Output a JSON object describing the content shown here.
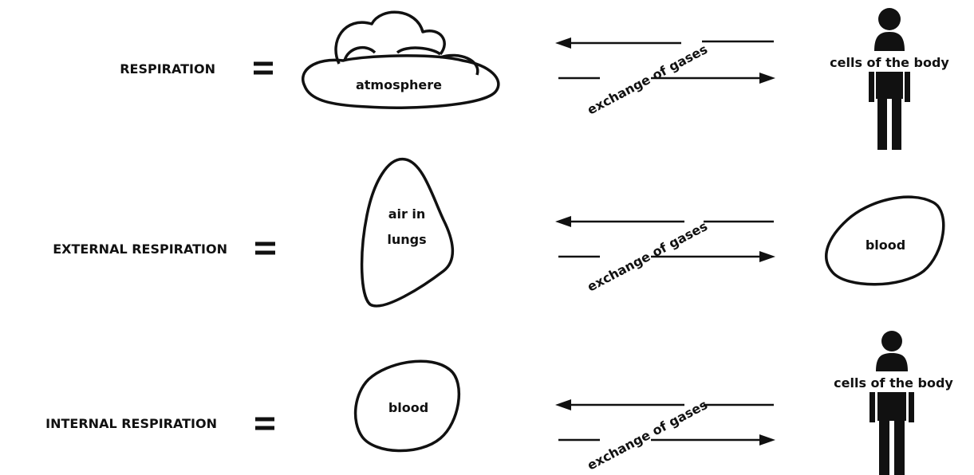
{
  "rows": [
    {
      "label": "RESPIRATION",
      "left_text": "atmosphere",
      "exchange_text": "exchange of gases",
      "right_text": "cells of the body",
      "left_icon": "cloud-icon",
      "right_icon": "human-body-icon"
    },
    {
      "label": "EXTERNAL RESPIRATION",
      "left_text_line1": "air in",
      "left_text_line2": "lungs",
      "exchange_text": "exchange of gases",
      "right_text": "blood",
      "left_icon": "lung-outline-icon",
      "right_icon": "blood-blob-icon"
    },
    {
      "label": "INTERNAL RESPIRATION",
      "left_text": "blood",
      "exchange_text": "exchange of gases",
      "right_text": "cells of the body",
      "left_icon": "blood-blob-icon",
      "right_icon": "human-body-icon"
    }
  ],
  "colors": {
    "ink": "#111111",
    "background": "#ffffff"
  }
}
